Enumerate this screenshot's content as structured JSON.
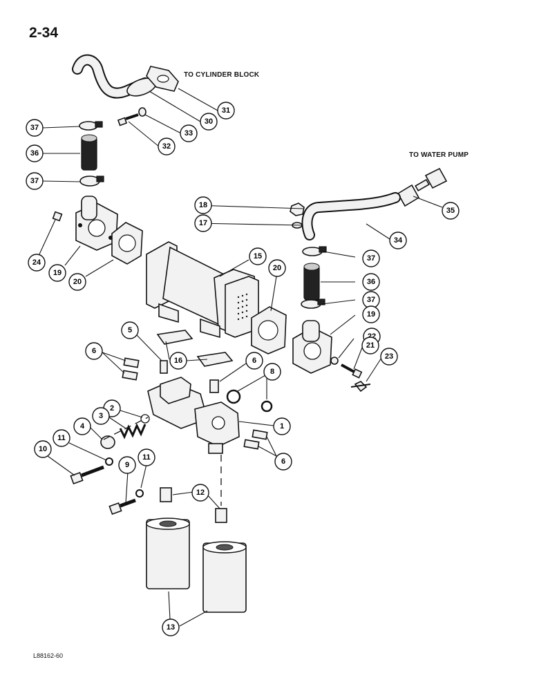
{
  "page": {
    "number": "2-34",
    "reference_code": "L88162-60"
  },
  "labels": {
    "to_cylinder_block": "TO CYLINDER BLOCK",
    "to_water_pump": "TO WATER PUMP"
  },
  "callouts": [
    {
      "id": "c31",
      "text": "31"
    },
    {
      "id": "c30",
      "text": "30"
    },
    {
      "id": "c33",
      "text": "33"
    },
    {
      "id": "c32",
      "text": "32"
    },
    {
      "id": "c37a",
      "text": "37"
    },
    {
      "id": "c36a",
      "text": "36"
    },
    {
      "id": "c37b",
      "text": "37"
    },
    {
      "id": "c18",
      "text": "18"
    },
    {
      "id": "c17",
      "text": "17"
    },
    {
      "id": "c24",
      "text": "24"
    },
    {
      "id": "c19a",
      "text": "19"
    },
    {
      "id": "c20a",
      "text": "20"
    },
    {
      "id": "c15",
      "text": "15"
    },
    {
      "id": "c20b",
      "text": "20"
    },
    {
      "id": "c35",
      "text": "35"
    },
    {
      "id": "c34",
      "text": "34"
    },
    {
      "id": "c37c",
      "text": "37"
    },
    {
      "id": "c36b",
      "text": "36"
    },
    {
      "id": "c37d",
      "text": "37"
    },
    {
      "id": "c19b",
      "text": "19"
    },
    {
      "id": "c22",
      "text": "22"
    },
    {
      "id": "c21",
      "text": "21"
    },
    {
      "id": "c23",
      "text": "23"
    },
    {
      "id": "c5",
      "text": "5"
    },
    {
      "id": "c6a",
      "text": "6"
    },
    {
      "id": "c16",
      "text": "16"
    },
    {
      "id": "c6b",
      "text": "6"
    },
    {
      "id": "c8",
      "text": "8"
    },
    {
      "id": "c2",
      "text": "2"
    },
    {
      "id": "c3",
      "text": "3"
    },
    {
      "id": "c4",
      "text": "4"
    },
    {
      "id": "c1",
      "text": "1"
    },
    {
      "id": "c11a",
      "text": "11"
    },
    {
      "id": "c10",
      "text": "10"
    },
    {
      "id": "c6c",
      "text": "6"
    },
    {
      "id": "c9",
      "text": "9"
    },
    {
      "id": "c11b",
      "text": "11"
    },
    {
      "id": "c12",
      "text": "12"
    },
    {
      "id": "c13",
      "text": "13"
    }
  ]
}
